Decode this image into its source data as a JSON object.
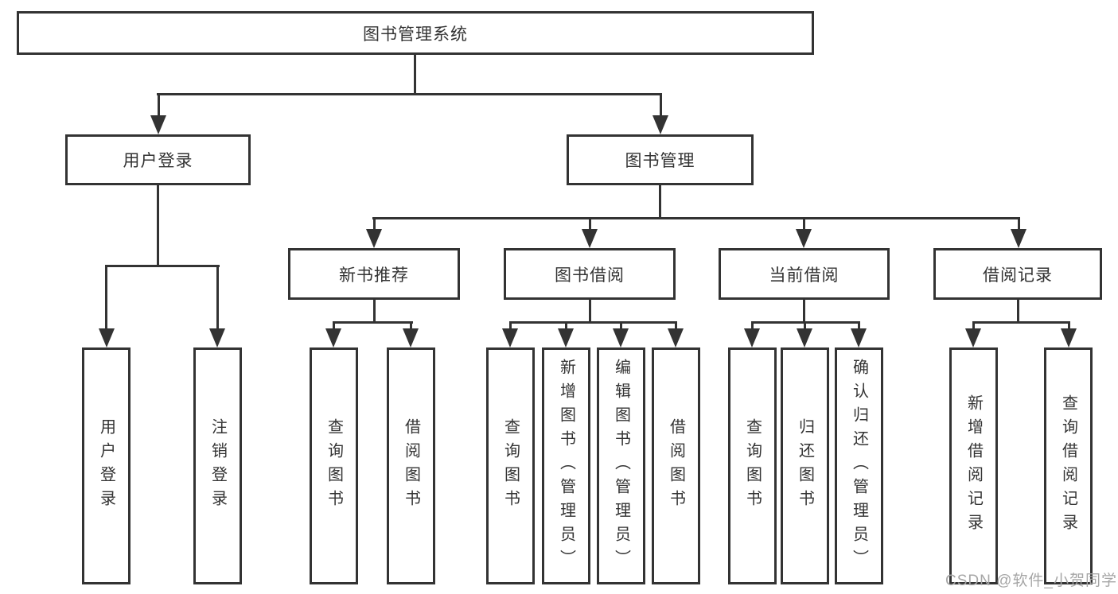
{
  "diagram": {
    "colors": {
      "line": "#333333",
      "text": "#333333",
      "background": "#ffffff",
      "watermark_text": "#a6a6a6"
    },
    "tree": {
      "root": {
        "label": "图书管理系统"
      },
      "branches": [
        {
          "label": "用户登录",
          "children": [
            {
              "label": "用户登录"
            },
            {
              "label": "注销登录"
            }
          ]
        },
        {
          "label": "图书管理",
          "children": [
            {
              "label": "新书推荐",
              "children": [
                {
                  "label": "查询图书"
                },
                {
                  "label": "借阅图书"
                }
              ]
            },
            {
              "label": "图书借阅",
              "children": [
                {
                  "label": "查询图书"
                },
                {
                  "label": "新增图书（管理员）"
                },
                {
                  "label": "编辑图书（管理员）"
                },
                {
                  "label": "借阅图书"
                }
              ]
            },
            {
              "label": "当前借阅",
              "children": [
                {
                  "label": "查询图书"
                },
                {
                  "label": "归还图书"
                },
                {
                  "label": "确认归还（管理员）"
                }
              ]
            },
            {
              "label": "借阅记录",
              "children": [
                {
                  "label": "新增借阅记录"
                },
                {
                  "label": "查询借阅记录"
                }
              ]
            }
          ]
        }
      ]
    }
  },
  "watermark": {
    "text": "CSDN @软件_小贺同学"
  }
}
